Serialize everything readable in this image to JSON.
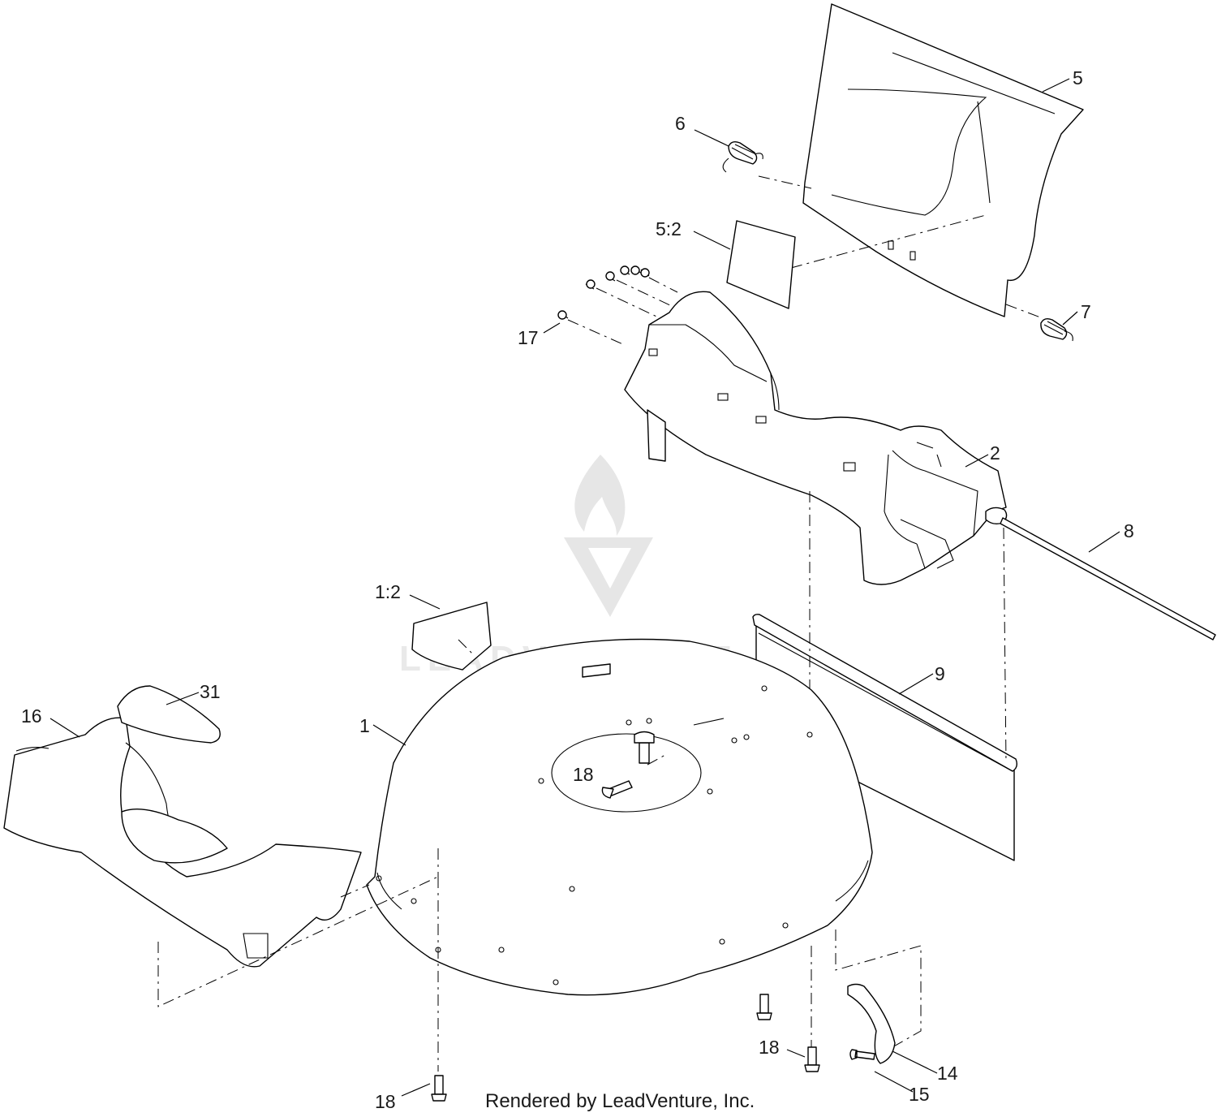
{
  "watermark": {
    "text": "LEADVENTURE"
  },
  "credit": "Rendered by LeadVenture, Inc.",
  "callouts": {
    "c5": "5",
    "c6": "6",
    "c5_2": "5:2",
    "c7": "7",
    "c17": "17",
    "c2": "2",
    "c8": "8",
    "c1_2": "1:2",
    "c9": "9",
    "c31": "31",
    "c16": "16",
    "c1": "1",
    "c18_center": "18",
    "c18_right": "18",
    "c18_bottom": "18",
    "c14": "14",
    "c15": "15"
  }
}
